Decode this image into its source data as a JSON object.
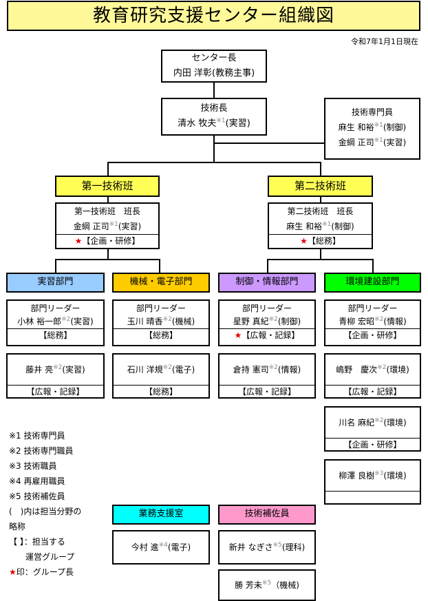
{
  "title": "教育研究支援センター組織図",
  "date": "令和7年1月1日現在",
  "center_head": {
    "role": "センター長",
    "name": "内田 洋彰(教務主事)"
  },
  "tech_head": {
    "role": "技術長",
    "name": "清水 牧夫",
    "sup": "※1",
    "field": "(実習)"
  },
  "specialists": {
    "title": "技術専門員",
    "members": [
      {
        "name": "麻生 和裕",
        "sup": "※1",
        "field": "(制御)"
      },
      {
        "name": "金綱 正司",
        "sup": "※1",
        "field": "(実習)"
      }
    ]
  },
  "group1": {
    "label": "第一技術班",
    "leader_title": "第一技術班　班長",
    "leader_name": "金綱 正司",
    "leader_sup": "※1",
    "leader_field": "(実習)",
    "star": "★",
    "group": "【企画・研修】"
  },
  "group2": {
    "label": "第二技術班",
    "leader_title": "第二技術班　班長",
    "leader_name": "麻生 和裕",
    "leader_sup": "※1",
    "leader_field": "(制御)",
    "star": "★",
    "group": "【総務】"
  },
  "depts": [
    {
      "name": "実習部門",
      "color": "#99ccff",
      "leader": {
        "title": "部門リーダー",
        "name": "小林 裕一郎",
        "sup": "※2",
        "field": "(実習)",
        "star": "",
        "group": "【総務】"
      },
      "members": [
        {
          "name": "藤井 亮",
          "sup": "※2",
          "field": "(実習)",
          "group": "【広報・記録】"
        }
      ]
    },
    {
      "name": "機械・電子部門",
      "color": "#ffcc00",
      "leader": {
        "title": "部門リーダー",
        "name": "玉川 晴香",
        "sup": "※2",
        "field": "(機械)",
        "star": "",
        "group": "【総務】"
      },
      "members": [
        {
          "name": "石川 洋規",
          "sup": "※2",
          "field": "(電子)",
          "group": "【総務】"
        }
      ]
    },
    {
      "name": "制御・情報部門",
      "color": "#cc99ff",
      "leader": {
        "title": "部門リーダー",
        "name": "星野 真紀",
        "sup": "※2",
        "field": "(制御)",
        "star": "★",
        "group": "【広報・記録】"
      },
      "members": [
        {
          "name": "倉持 憲司",
          "sup": "※2",
          "field": "(情報)",
          "group": "【広報・記録】"
        }
      ]
    },
    {
      "name": "環境建設部門",
      "color": "#00ff00",
      "leader": {
        "title": "部門リーダー",
        "name": "青柳 宏昭",
        "sup": "※2",
        "field": "(情報)",
        "star": "",
        "group": "【企画・研修】"
      },
      "members": [
        {
          "name": "嶋野　慶次",
          "sup": "※2",
          "field": "(環境)",
          "group": "【広報・記録】"
        },
        {
          "name": "川名 麻紀",
          "sup": "※2",
          "field": "(環境)",
          "group": "【企画・研修】"
        },
        {
          "name": "柳澤 良樹",
          "sup": "※3",
          "field": "(環境)",
          "group": ""
        }
      ]
    }
  ],
  "office": {
    "name": "業務支援室",
    "color": "#00ffff",
    "members": [
      {
        "name": "今村 進",
        "sup": "※4",
        "field": "(電子)"
      }
    ]
  },
  "assistants": {
    "name": "技術補佐員",
    "color": "#ff99cc",
    "members": [
      {
        "name": "新井 なぎさ",
        "sup": "※5",
        "field": "(理科)"
      },
      {
        "name": "勝 芳未",
        "sup": "※5",
        "field": "（機械)"
      }
    ]
  },
  "legend": [
    "※1 技術専門員",
    "※2 技術専門職員",
    "※3 技術職員",
    "※4 再雇用職員",
    "※5 技術補佐員",
    "(　)内は担当分野の",
    "略称",
    "【 】：担当する",
    "　　運営グループ",
    "印：グループ長"
  ],
  "legend_star": "★"
}
